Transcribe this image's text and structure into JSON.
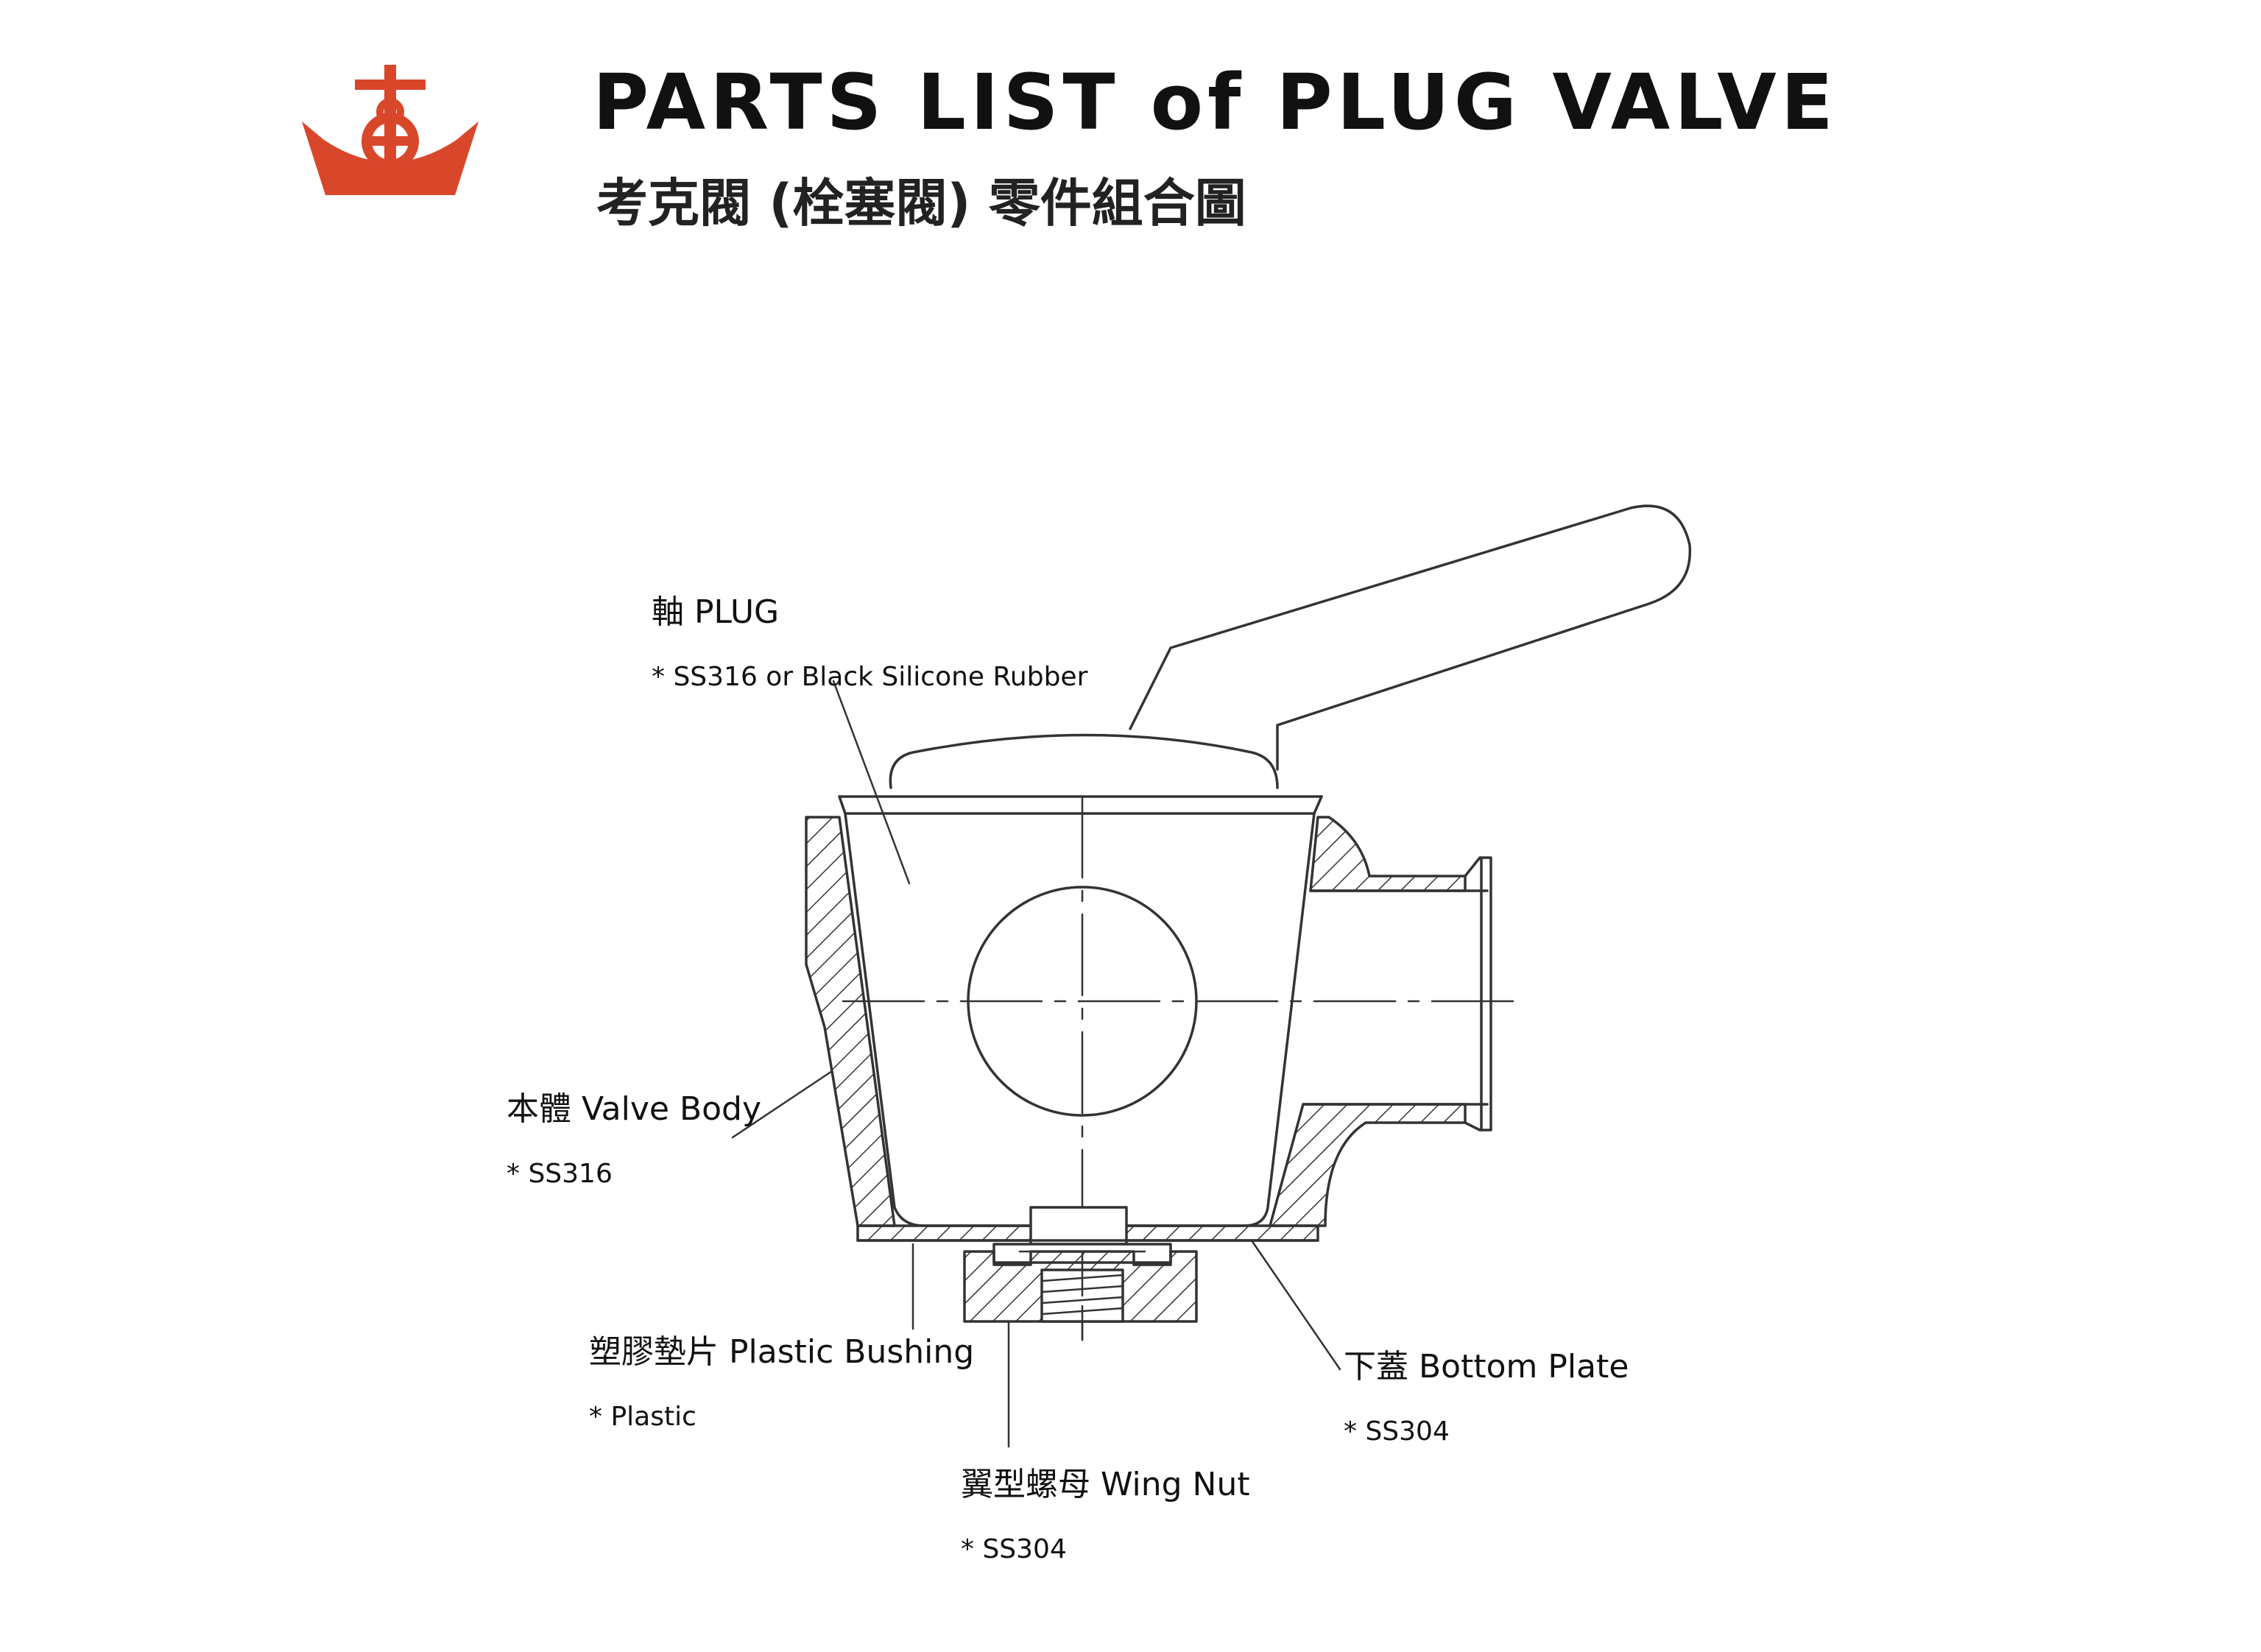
{
  "header": {
    "title": "PARTS LIST of PLUG VALVE",
    "subtitle": "考克閥 (栓塞閥) 零件組合圖",
    "logo_color": "#d9472b"
  },
  "parts": [
    {
      "name": "軸 PLUG",
      "material": "* SS316 or Black Silicone Rubber"
    },
    {
      "name": "本體 Valve Body",
      "material": "* SS316"
    },
    {
      "name": "塑膠墊片 Plastic Bushing",
      "material": "* Plastic"
    },
    {
      "name": "翼型螺母 Wing Nut",
      "material": "* SS304"
    },
    {
      "name": "下蓋  Bottom Plate",
      "material": "* SS304"
    }
  ]
}
